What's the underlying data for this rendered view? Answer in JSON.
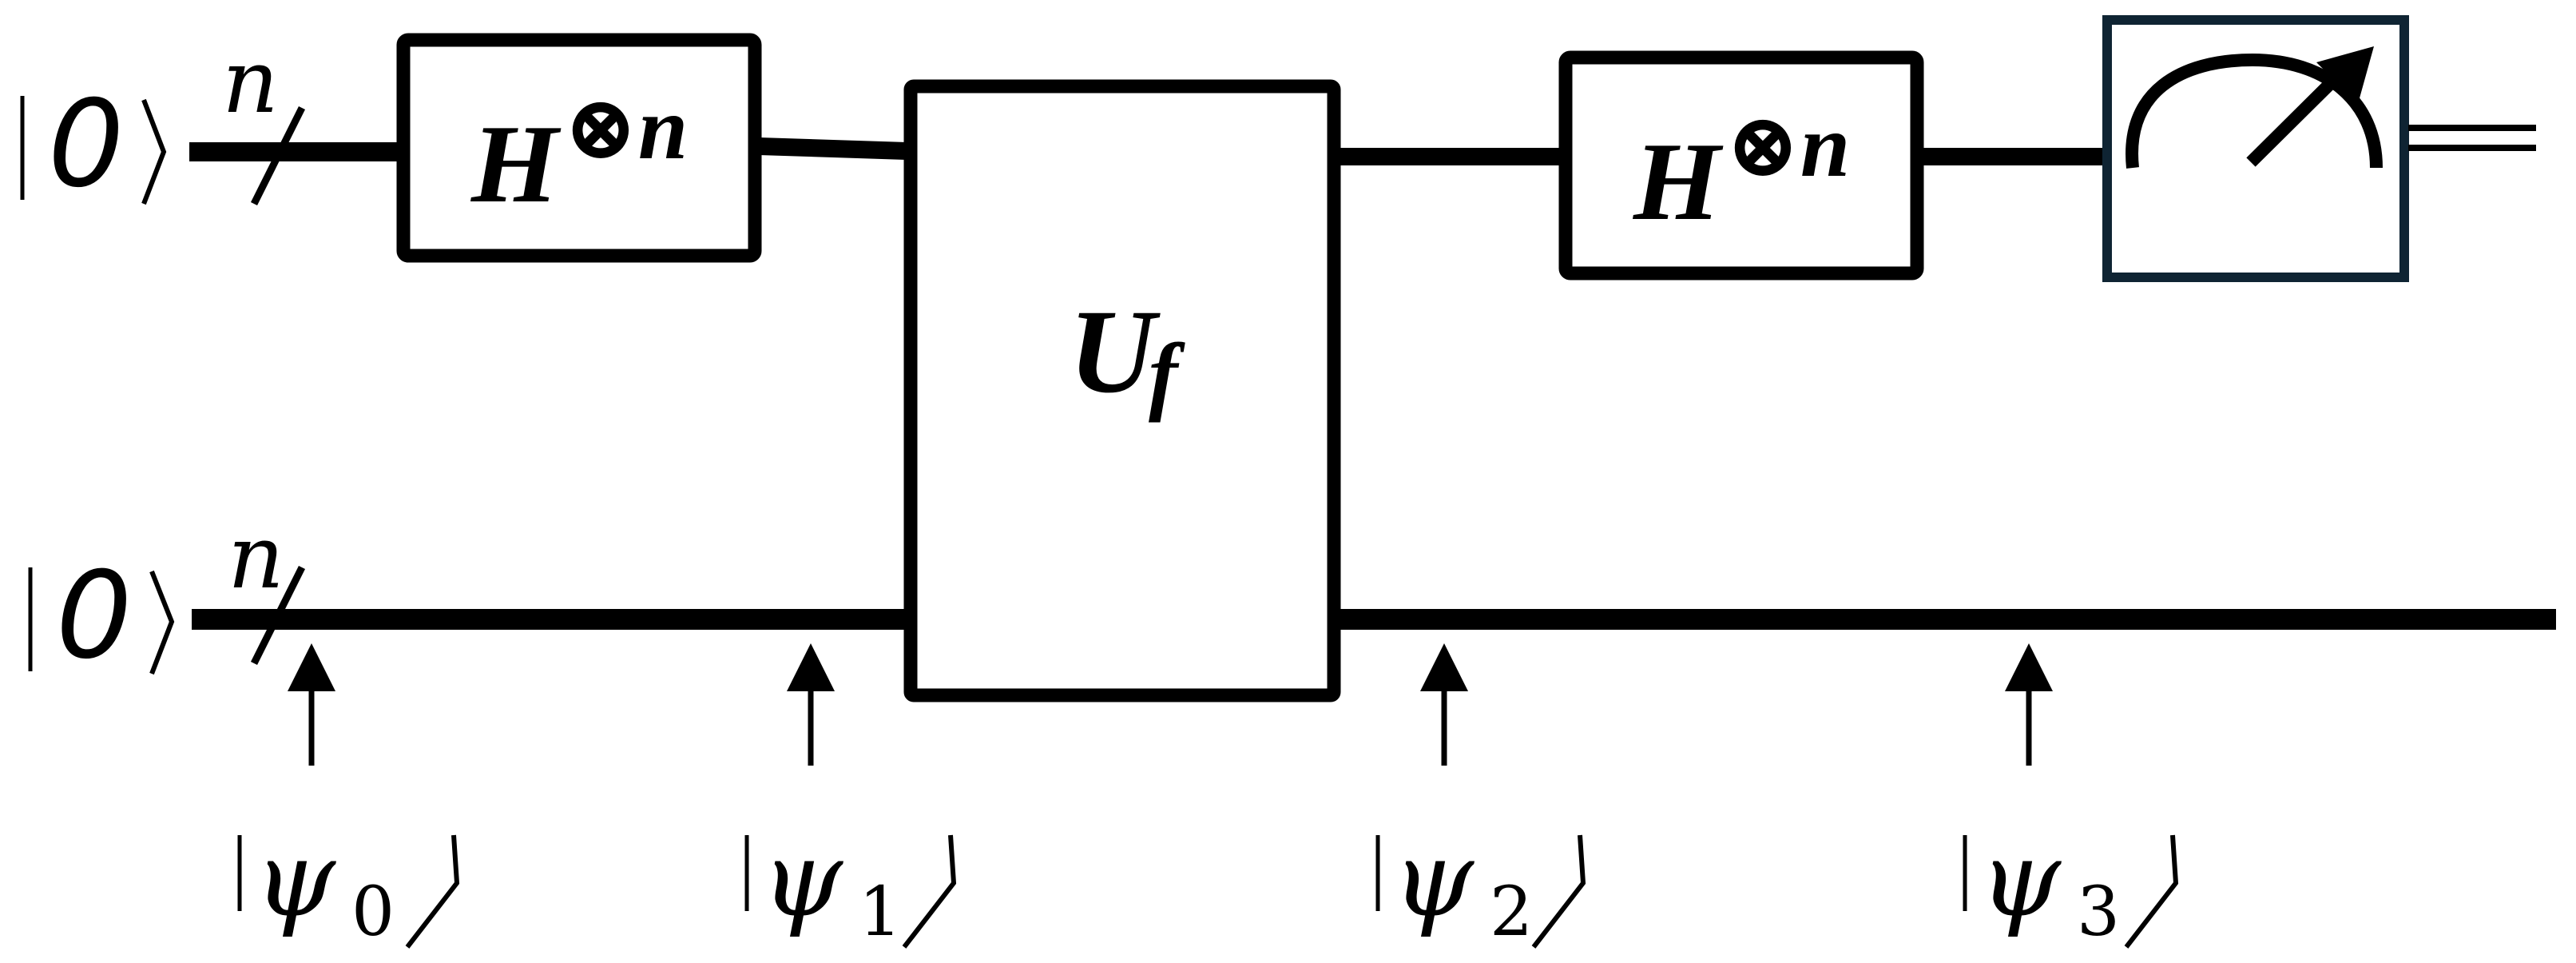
{
  "inputs": {
    "top_state": "0",
    "bottom_state": "0",
    "top_register_size": "n",
    "bottom_register_size": "n"
  },
  "gates": {
    "hadamard_first": {
      "base": "H",
      "power": "⊗n"
    },
    "oracle": {
      "base": "U",
      "subscript": "f"
    },
    "hadamard_second": {
      "base": "H",
      "power": "⊗n"
    }
  },
  "states": [
    {
      "symbol": "ψ",
      "index": "0"
    },
    {
      "symbol": "ψ",
      "index": "1"
    },
    {
      "symbol": "ψ",
      "index": "2"
    },
    {
      "symbol": "ψ",
      "index": "3"
    }
  ],
  "colors": {
    "line": "#000000",
    "meter_border": "#0f2433",
    "background": "#ffffff"
  }
}
